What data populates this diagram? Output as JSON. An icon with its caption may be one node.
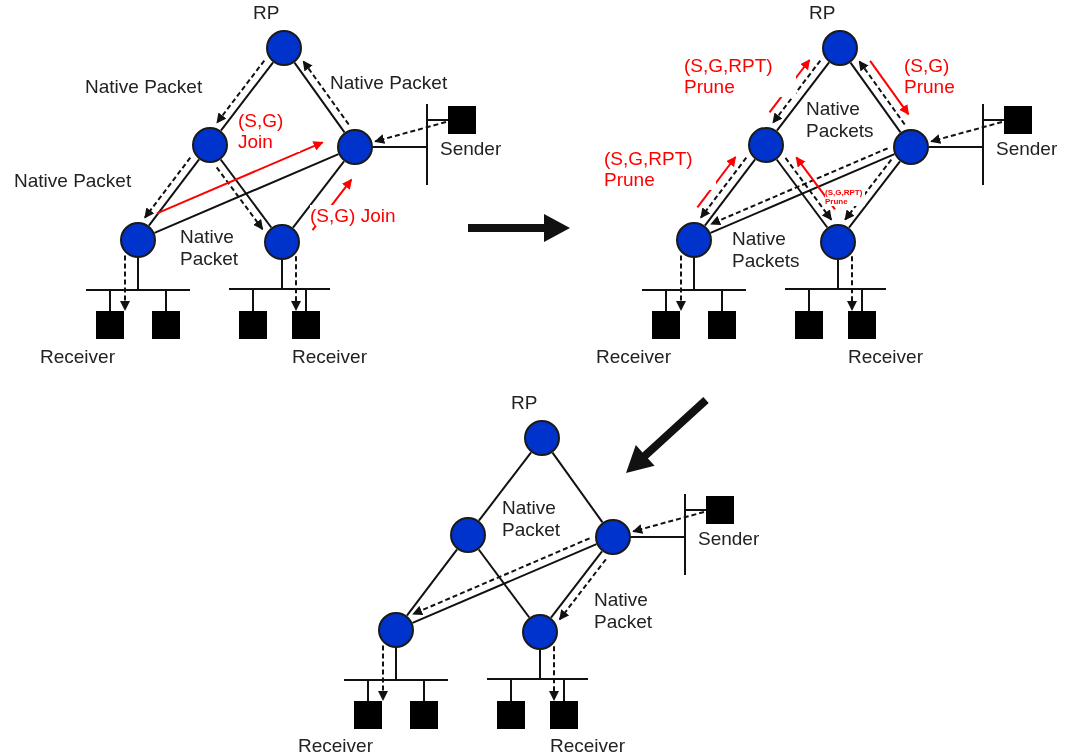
{
  "diagram": {
    "nodes": [
      {
        "text": [
          "RP"
        ]
      },
      {
        "text": [],
        "shape": "circle"
      },
      {
        "text": [],
        "shape": "circle"
      },
      {
        "text": [
          "Sender"
        ]
      },
      {
        "text": [],
        "shape": "circle"
      },
      {
        "text": [],
        "shape": "circle"
      },
      {
        "text": [],
        "shape": "box"
      },
      {
        "text": [],
        "shape": "box"
      },
      {
        "text": [],
        "shape": "box"
      },
      {
        "text": [],
        "shape": "box"
      },
      {
        "text": [
          "RP"
        ]
      },
      {
        "text": [],
        "shape": "circle"
      },
      {
        "text": [],
        "shape": "circle"
      },
      {
        "text": [
          "Sender"
        ]
      },
      {
        "text": [],
        "shape": "circle"
      },
      {
        "text": [],
        "shape": "circle"
      },
      {
        "text": [],
        "shape": "box"
      },
      {
        "text": [],
        "shape": "box"
      },
      {
        "text": [],
        "shape": "box"
      },
      {
        "text": [],
        "shape": "box"
      },
      {
        "text": [
          "RP"
        ]
      },
      {
        "text": [],
        "shape": "circle"
      },
      {
        "text": [],
        "shape": "circle"
      },
      {
        "text": [
          "Sender"
        ]
      },
      {
        "text": [],
        "shape": "circle"
      },
      {
        "text": [],
        "shape": "circle"
      },
      {
        "text": [],
        "shape": "box"
      },
      {
        "text": [],
        "shape": "box"
      },
      {
        "text": [],
        "shape": "box"
      },
      {
        "text": [],
        "shape": "box"
      }
    ],
    "edges": [
      {
        "from": 0,
        "to": 1,
        "arrow": "none"
      },
      {
        "from": 0,
        "to": 2,
        "arrow": "none"
      },
      {
        "from": 1,
        "to": 4,
        "arrow": "none"
      },
      {
        "from": 1,
        "to": 5,
        "arrow": "none"
      },
      {
        "from": 2,
        "to": 4,
        "arrow": "none"
      },
      {
        "from": 2,
        "to": 5,
        "arrow": "none"
      },
      {
        "from": 4,
        "to": 6,
        "arrow": "none"
      },
      {
        "from": 4,
        "to": 7,
        "arrow": "none"
      },
      {
        "from": 5,
        "to": 8,
        "arrow": "none"
      },
      {
        "from": 5,
        "to": 9,
        "arrow": "none"
      },
      {
        "from": 3,
        "to": 2,
        "arrow": "none"
      },
      {
        "from": 0,
        "to": 1,
        "arrow": "to",
        "style": "dashed"
      },
      {
        "from": 2,
        "to": 0,
        "arrow": "to",
        "style": "dashed"
      },
      {
        "from": 1,
        "to": 4,
        "arrow": "to",
        "style": "dashed"
      },
      {
        "from": 1,
        "to": 5,
        "arrow": "to",
        "style": "dashed"
      },
      {
        "from": 3,
        "to": 2,
        "arrow": "to",
        "style": "dashed"
      },
      {
        "from": 4,
        "to": 6,
        "arrow": "to",
        "style": "dashed"
      },
      {
        "from": 5,
        "to": 9,
        "arrow": "to",
        "style": "dashed"
      },
      {
        "from": 4,
        "to": 2,
        "arrow": "to",
        "color": "#ff0000",
        "label": "(S,G) Join"
      },
      {
        "from": 5,
        "to": 2,
        "arrow": "to",
        "color": "#ff0000",
        "label": "(S,G) Join"
      },
      {
        "from": 10,
        "to": 11,
        "arrow": "none"
      },
      {
        "from": 10,
        "to": 12,
        "arrow": "none"
      },
      {
        "from": 11,
        "to": 14,
        "arrow": "none"
      },
      {
        "from": 11,
        "to": 15,
        "arrow": "none"
      },
      {
        "from": 12,
        "to": 14,
        "arrow": "none"
      },
      {
        "from": 12,
        "to": 15,
        "arrow": "none"
      },
      {
        "from": 14,
        "to": 16,
        "arrow": "none"
      },
      {
        "from": 14,
        "to": 17,
        "arrow": "none"
      },
      {
        "from": 15,
        "to": 18,
        "arrow": "none"
      },
      {
        "from": 15,
        "to": 19,
        "arrow": "none"
      },
      {
        "from": 13,
        "to": 12,
        "arrow": "none"
      },
      {
        "from": 10,
        "to": 11,
        "arrow": "to",
        "style": "dashed"
      },
      {
        "from": 12,
        "to": 10,
        "arrow": "to",
        "style": "dashed"
      },
      {
        "from": 11,
        "to": 14,
        "arrow": "to",
        "style": "dashed"
      },
      {
        "from": 11,
        "to": 15,
        "arrow": "to",
        "style": "dashed"
      },
      {
        "from": 12,
        "to": 14,
        "arrow": "to",
        "style": "dashed"
      },
      {
        "from": 12,
        "to": 15,
        "arrow": "to",
        "style": "dashed"
      },
      {
        "from": 13,
        "to": 12,
        "arrow": "to",
        "style": "dashed"
      },
      {
        "from": 14,
        "to": 16,
        "arrow": "to",
        "style": "dashed"
      },
      {
        "from": 15,
        "to": 19,
        "arrow": "to",
        "style": "dashed"
      },
      {
        "from": 11,
        "to": 10,
        "arrow": "to",
        "color": "#ff0000",
        "label": "(S,G,RPT) Prune"
      },
      {
        "from": 10,
        "to": 12,
        "arrow": "to",
        "color": "#ff0000",
        "label": "(S,G) Prune"
      },
      {
        "from": 14,
        "to": 11,
        "arrow": "to",
        "color": "#ff0000",
        "label": "(S,G,RPT) Prune"
      },
      {
        "from": 15,
        "to": 11,
        "arrow": "to",
        "color": "#ff0000",
        "label": "(S,G,RPT) Prune"
      },
      {
        "from": 20,
        "to": 21,
        "arrow": "none"
      },
      {
        "from": 20,
        "to": 22,
        "arrow": "none"
      },
      {
        "from": 21,
        "to": 24,
        "arrow": "none"
      },
      {
        "from": 21,
        "to": 25,
        "arrow": "none"
      },
      {
        "from": 22,
        "to": 24,
        "arrow": "none"
      },
      {
        "from": 22,
        "to": 25,
        "arrow": "none"
      },
      {
        "from": 24,
        "to": 26,
        "arrow": "none"
      },
      {
        "from": 24,
        "to": 27,
        "arrow": "none"
      },
      {
        "from": 25,
        "to": 28,
        "arrow": "none"
      },
      {
        "from": 25,
        "to": 29,
        "arrow": "none"
      },
      {
        "from": 23,
        "to": 22,
        "arrow": "none"
      },
      {
        "from": 22,
        "to": 24,
        "arrow": "to",
        "style": "dashed"
      },
      {
        "from": 22,
        "to": 25,
        "arrow": "to",
        "style": "dashed"
      },
      {
        "from": 23,
        "to": 22,
        "arrow": "to",
        "style": "dashed"
      },
      {
        "from": 24,
        "to": 26,
        "arrow": "to",
        "style": "dashed"
      },
      {
        "from": 25,
        "to": 29,
        "arrow": "to",
        "style": "dashed"
      }
    ],
    "labels": [
      "Native Packet",
      "Native Packet",
      "Native Packet",
      "Native Packet",
      "Receiver",
      "Receiver",
      "Native Packets",
      "Native Packets",
      "Receiver",
      "Receiver",
      "Native Packet",
      "Native Packet",
      "Receiver",
      "Receiver"
    ]
  }
}
